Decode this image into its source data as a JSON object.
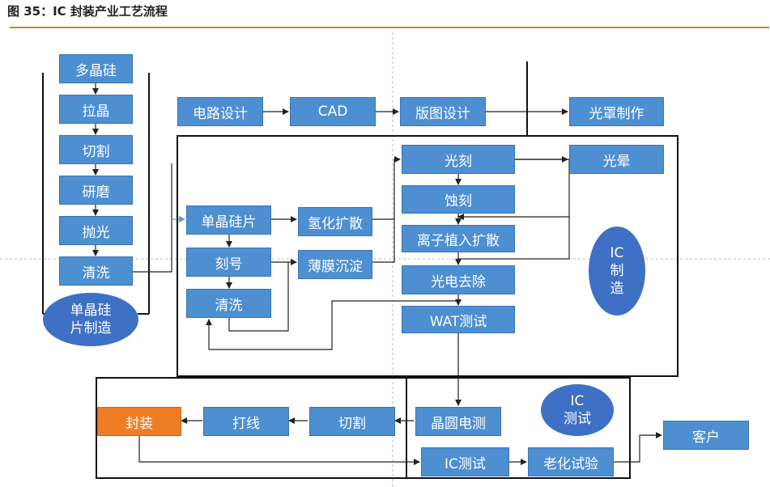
{
  "title": "图 35：IC 封装产业工艺流程",
  "wafer_prep": {
    "steps": [
      "多晶硅",
      "拉晶",
      "切割",
      "研磨",
      "抛光",
      "清洗"
    ],
    "oval": [
      "单晶硅",
      "片制造"
    ]
  },
  "design": [
    "电路设计",
    "CAD",
    "版图设计",
    "光罩制作"
  ],
  "fab_left": [
    "单晶硅片",
    "刻号",
    "清洗"
  ],
  "fab_mid": [
    "氢化扩散",
    "薄膜沉淀"
  ],
  "fab_right": [
    "光刻",
    "蚀刻",
    "离子植入扩散",
    "光电去除",
    "WAT测试"
  ],
  "halo": "光晕",
  "fab_oval": [
    "IC",
    "制",
    "造"
  ],
  "test_oval": [
    "IC",
    "测试"
  ],
  "package_row": [
    "封装",
    "打线",
    "切割",
    "晶圆电测"
  ],
  "test_row": [
    "IC测试",
    "老化试验"
  ],
  "customer": "客户",
  "colors": {
    "box": "#4d8fd1",
    "package": "#ef7d24",
    "oval": "#3e70c5",
    "rule": "#e07b22"
  }
}
